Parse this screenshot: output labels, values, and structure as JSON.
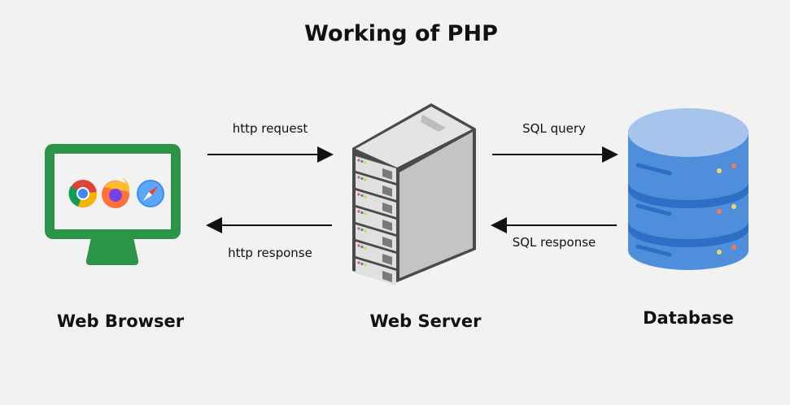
{
  "title": "Working of PHP",
  "nodes": {
    "browser": "Web Browser",
    "server": "Web Server",
    "database": "Database"
  },
  "edges": {
    "http_request": "http request",
    "http_response": "http response",
    "sql_query": "SQL query",
    "sql_response": "SQL response"
  },
  "colors": {
    "background": "#f2f2f2",
    "monitor": "#2b9446",
    "database": "#4f8edb",
    "server": "#c9c9c9"
  }
}
